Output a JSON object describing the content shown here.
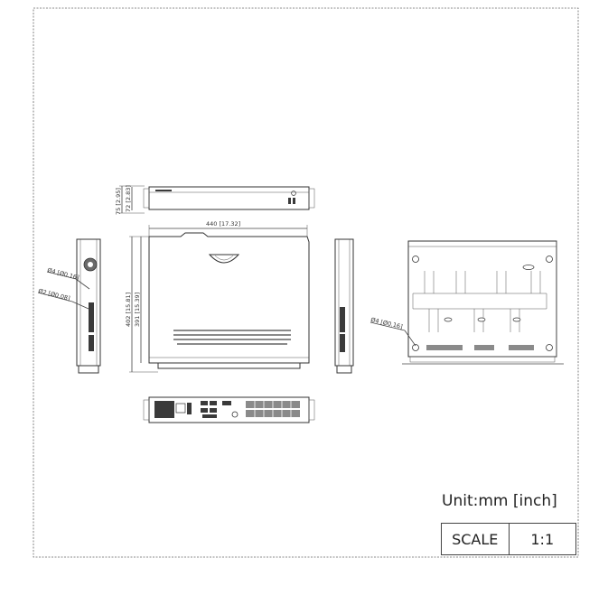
{
  "diagram": {
    "top_view": {
      "dim_height_total": "75 [2.95]",
      "dim_height_body": "72 [2.83]"
    },
    "front_view": {
      "dim_width": "440 [17.32]",
      "dim_depth_total": "402 [15.81]",
      "dim_depth_body": "391 [15.39]"
    },
    "left_side_view": {
      "dim_hole_large": "Ø4 [Ø0.16]",
      "dim_hole_small": "Ø2 [Ø0.08]"
    },
    "bottom_view": {
      "dim_hole": "Ø4 [Ø0.16]"
    }
  },
  "title_block": {
    "unit": "Unit:mm [inch]",
    "scale_label": "SCALE",
    "scale_value": "1:1"
  }
}
